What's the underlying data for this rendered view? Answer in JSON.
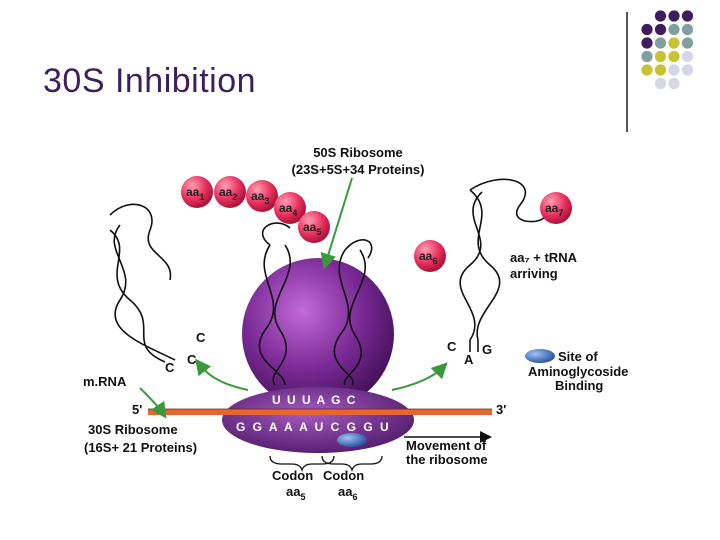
{
  "slide": {
    "title": "30S Inhibition",
    "colors": {
      "title": "#3d1f5c",
      "purple": "#3f1d5c",
      "teal": "#7f9fa3",
      "olive": "#c9c233",
      "lavender": "#d7d6e6",
      "ribosome": "#7a2a95",
      "aa_bead": "#e8335f",
      "mrna": "#e8652b",
      "arrow": "#3a9a3a",
      "drug": "#3a63b0"
    }
  },
  "diagram": {
    "large_subunit_label": "50S Ribosome",
    "large_subunit_detail": "(23S+5S+34 Proteins)",
    "small_subunit_label": "30S Ribosome",
    "small_subunit_detail": "(16S+ 21 Proteins)",
    "mrna_label": "m.RNA",
    "five_prime": "5'",
    "three_prime": "3'",
    "trna_arriving": "aa₇ + tRNA",
    "trna_arriving_2": "arriving",
    "site_label_1": "Site of",
    "site_label_2": "Aminoglycoside",
    "site_label_3": "Binding",
    "movement_1": "Movement of",
    "movement_2": "the ribosome",
    "codon_left": "Codon",
    "codon_right": "Codon",
    "codon_left_aa": "aa",
    "codon_left_sub": "5",
    "codon_right_aa": "aa",
    "codon_right_sub": "6",
    "anticodon_top": "U U U A G C",
    "mrna_sequence": "G G A A A U C G G U",
    "left_trna_c1": "C",
    "left_trna_c2": "C",
    "left_trna_c3": "C",
    "right_trna_c": "C",
    "right_trna_g": "G",
    "right_trna_a": "A",
    "beads": [
      {
        "label": "aa",
        "sub": "1"
      },
      {
        "label": "aa",
        "sub": "2"
      },
      {
        "label": "aa",
        "sub": "3"
      },
      {
        "label": "aa",
        "sub": "4"
      },
      {
        "label": "aa",
        "sub": "5"
      },
      {
        "label": "aa",
        "sub": "6"
      },
      {
        "label": "aa",
        "sub": "7"
      }
    ]
  }
}
